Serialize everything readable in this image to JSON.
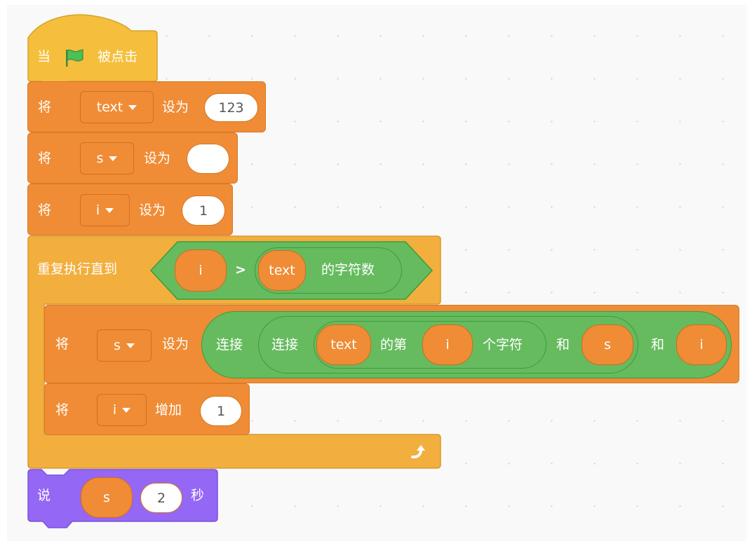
{
  "colors": {
    "events": "#f5bf3d",
    "variables": "#ef8c35",
    "control": "#f2af3e",
    "operators": "#66bb5f",
    "looks": "#9567f5",
    "canvas": "#f9f9f9"
  },
  "script": {
    "hat": {
      "prefix": "当",
      "icon": "green-flag-icon",
      "suffix": "被点击"
    },
    "set_text": {
      "verb": "将",
      "variable": "text",
      "action": "设为",
      "value": "123"
    },
    "set_s": {
      "verb": "将",
      "variable": "s",
      "action": "设为",
      "value": ""
    },
    "set_i": {
      "verb": "将",
      "variable": "i",
      "action": "设为",
      "value": "1"
    },
    "repeat_until": {
      "label": "重复执行直到",
      "condition": {
        "left": "i",
        "operator": ">",
        "right": {
          "variable": "text",
          "suffix": "的字符数"
        }
      },
      "body": {
        "set_s": {
          "verb": "将",
          "variable": "s",
          "action": "设为",
          "join_outer": {
            "label": "连接",
            "join_inner": {
              "label": "连接",
              "letter_of": {
                "variable": "text",
                "middle": "的第",
                "index": "i",
                "suffix": "个字符"
              },
              "and_label": "和",
              "second": "s"
            },
            "and_label": "和",
            "second": "i"
          }
        },
        "change_i": {
          "verb": "将",
          "variable": "i",
          "action": "增加",
          "value": "1"
        }
      },
      "loop_icon": "loop-arrow-icon"
    },
    "say": {
      "verb": "说",
      "message": "s",
      "seconds": "2",
      "unit": "秒"
    }
  }
}
